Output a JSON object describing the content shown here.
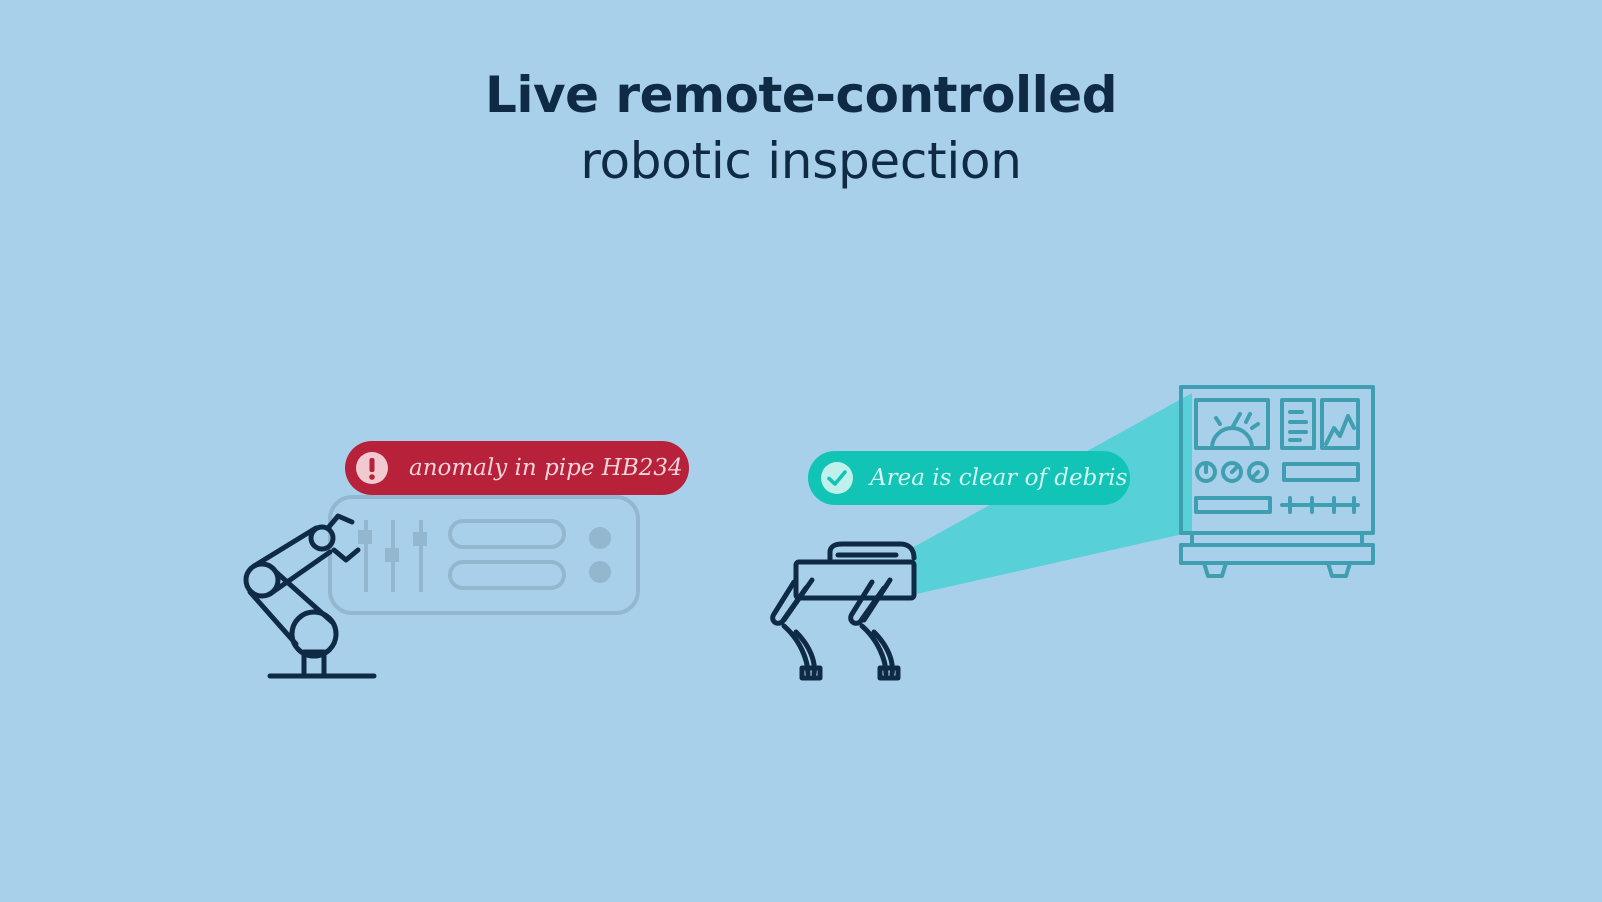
{
  "title": {
    "line1": "Live remote-controlled",
    "line2": "robotic inspection"
  },
  "alerts": {
    "anomaly": {
      "text": "anomaly in pipe HB234",
      "icon": "exclamation-icon",
      "color": "#b8213a"
    },
    "clear": {
      "text": "Area is clear of debris",
      "icon": "checkmark-icon",
      "color": "#11c4b6"
    }
  },
  "colors": {
    "background": "#a9d0ea",
    "ink": "#0f2a45",
    "panel_outline": "#8fb3cb",
    "scan_beam": "#4fcfd6",
    "console_outline": "#3f9fb0"
  },
  "illustrations": {
    "robot_arm": "robot-arm-icon",
    "control_panel": "control-panel-icon",
    "robot_dog": "quadruped-robot-icon",
    "console": "industrial-console-icon",
    "beam": "scan-beam"
  }
}
